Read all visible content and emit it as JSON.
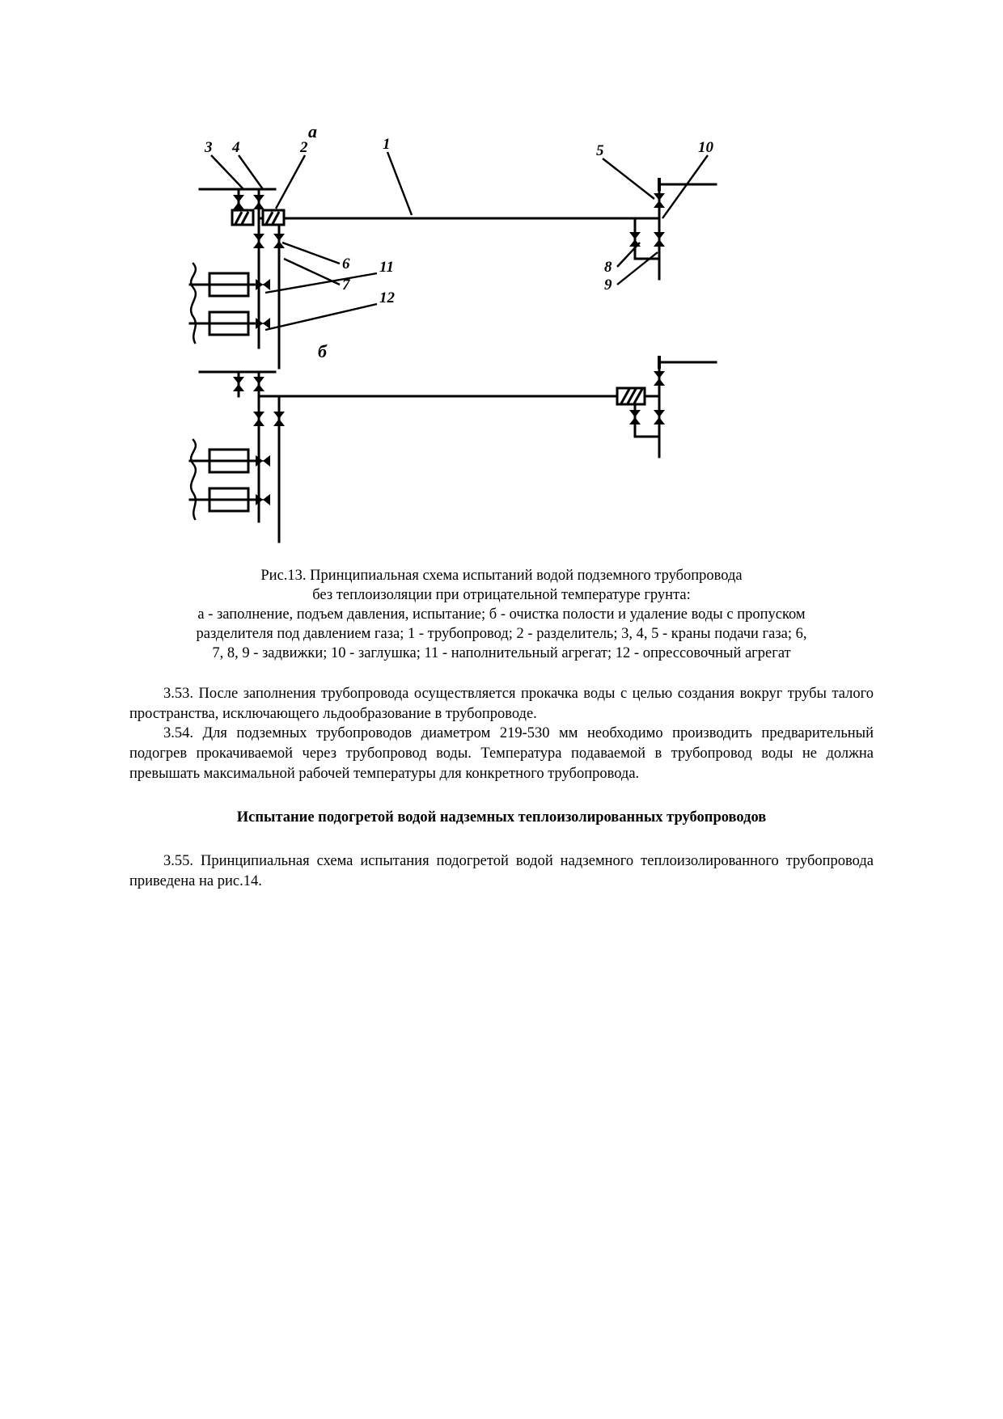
{
  "figure": {
    "section_a_label": "а",
    "section_b_label": "б",
    "callouts": {
      "c1": "1",
      "c2": "2",
      "c3": "3",
      "c4": "4",
      "c5": "5",
      "c6": "6",
      "c7": "7",
      "c8": "8",
      "c9": "9",
      "c10": "10",
      "c11": "11",
      "c12": "12"
    }
  },
  "caption": {
    "lines": [
      "Рис.13. Принципиальная схема испытаний водой подземного трубопровода",
      "без теплоизоляции при отрицательной температуре грунта:",
      "а - заполнение, подъем давления, испытание; б - очистка полости и удаление воды с пропуском",
      "разделителя под давлением газа; 1 - трубопровод; 2 - разделитель; 3, 4, 5 - краны подачи газа; 6,",
      "7, 8, 9 - задвижки; 10 - заглушка; 11 - наполнительный агрегат; 12 - опрессовочный агрегат"
    ]
  },
  "body": {
    "para_353": "3.53. После заполнения трубопровода осуществляется прокачка воды с целью создания вокруг трубы талого пространства, исключающего льдообразование в трубопроводе.",
    "para_354": "3.54. Для подземных трубопроводов диаметром 219-530 мм необходимо производить предварительный подогрев прокачиваемой через трубопровод воды. Температура подаваемой в трубопровод воды не должна превышать максимальной рабочей температуры для конкретного трубопровода.",
    "heading_355": "Испытание подогретой водой надземных теплоизолированных трубопроводов",
    "para_355": "3.55. Принципиальная схема испытания подогретой водой надземного теплоизолированного трубопровода приведена на рис.14."
  }
}
